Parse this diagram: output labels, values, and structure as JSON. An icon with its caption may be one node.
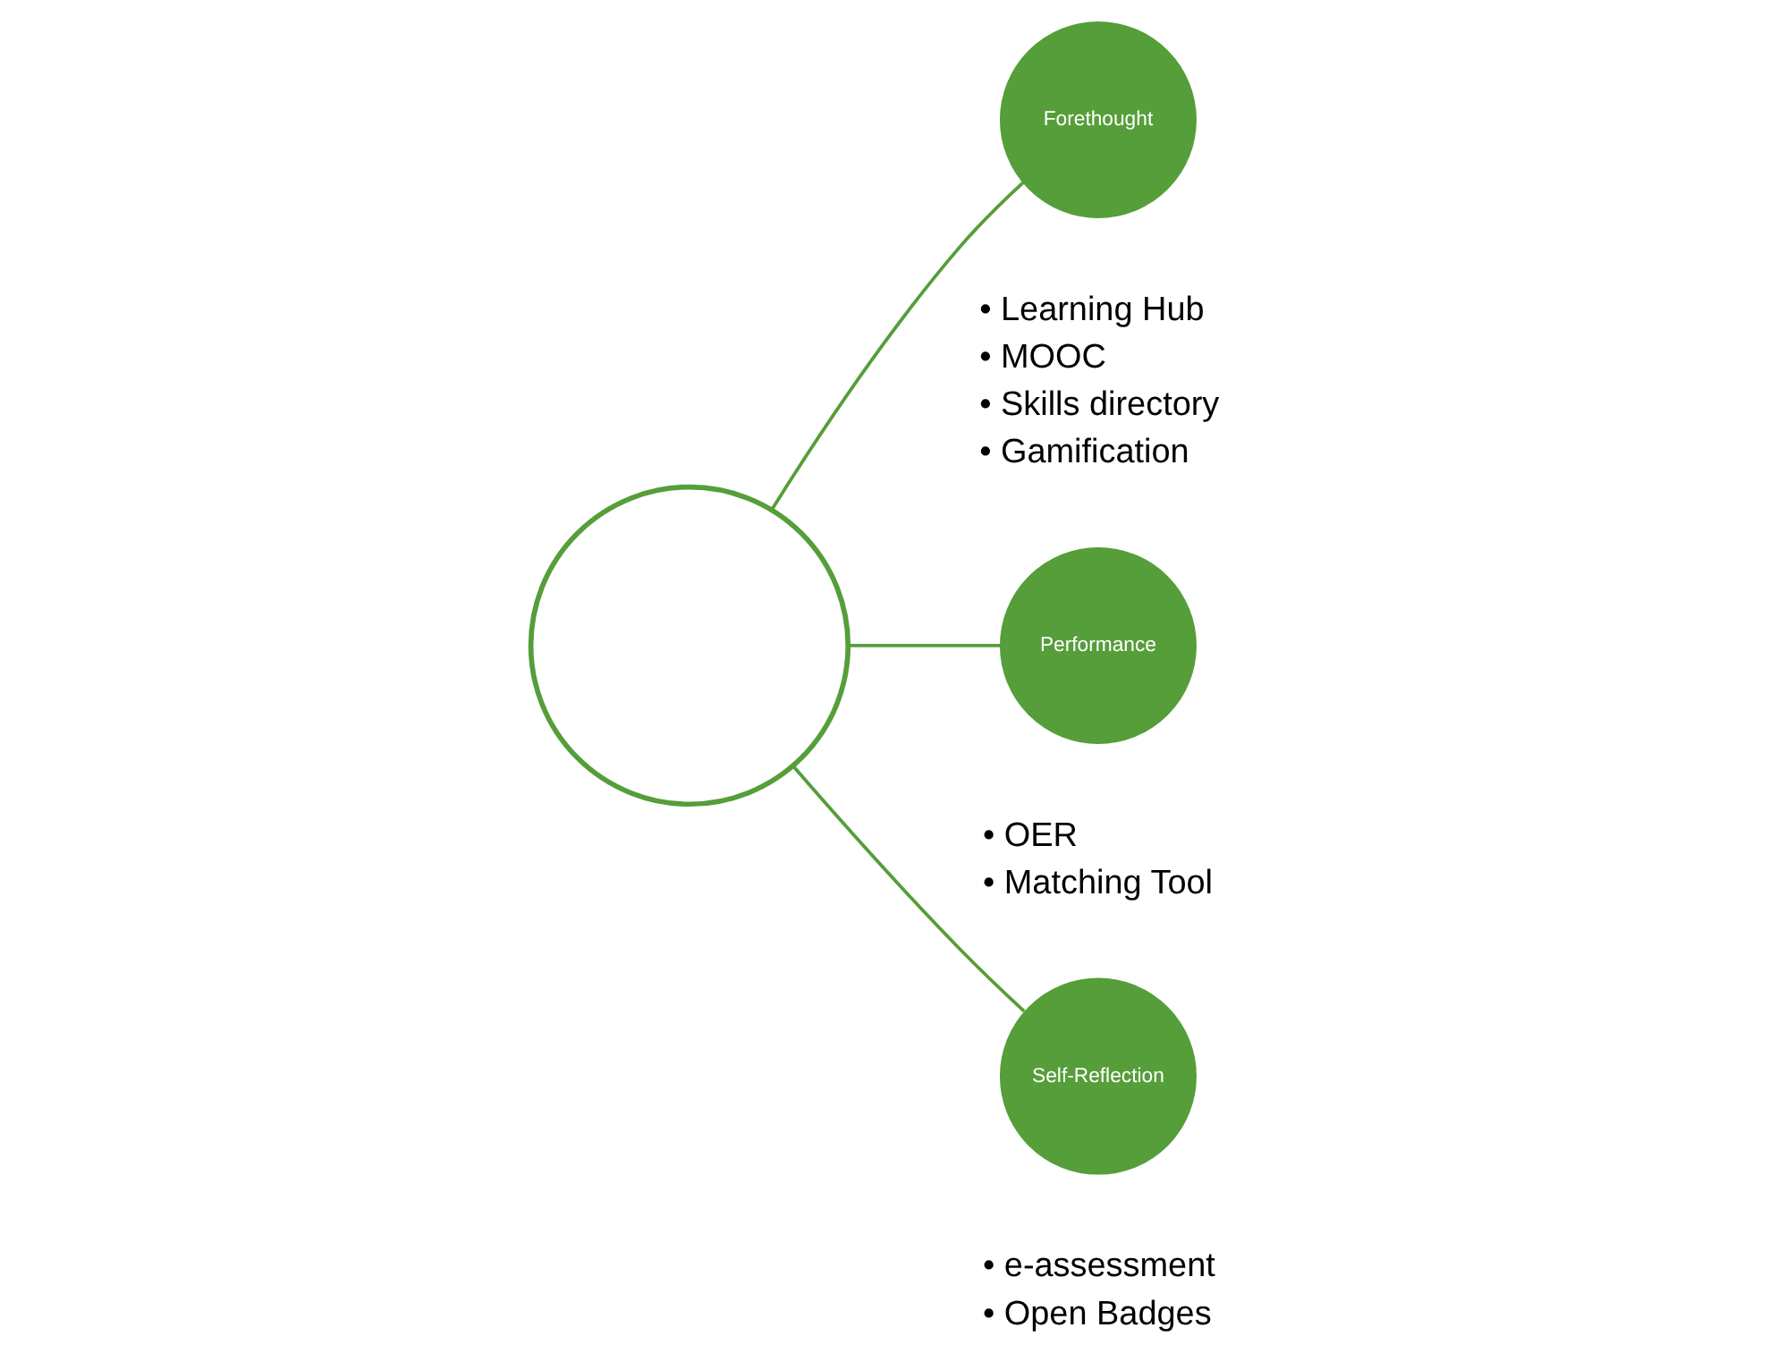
{
  "diagram": {
    "nodes": [
      {
        "text": [],
        "shape": "circle"
      },
      {
        "text": [
          "Forethought"
        ],
        "beside": [
          "• Learning Hub",
          "• MOOC",
          "• Skills directory",
          "• Gamification"
        ]
      },
      {
        "text": [
          "Performance"
        ],
        "beside": [
          "• OER",
          "• Matching Tool"
        ]
      },
      {
        "text": [
          "Self-Reflection"
        ],
        "beside": [
          "• e-assessment",
          "• Open Badges"
        ]
      }
    ],
    "edges": [
      {
        "from": 0,
        "to": 1,
        "arrow": "none"
      },
      {
        "from": 0,
        "to": 2,
        "arrow": "none"
      },
      {
        "from": 0,
        "to": 3,
        "arrow": "none"
      }
    ]
  }
}
